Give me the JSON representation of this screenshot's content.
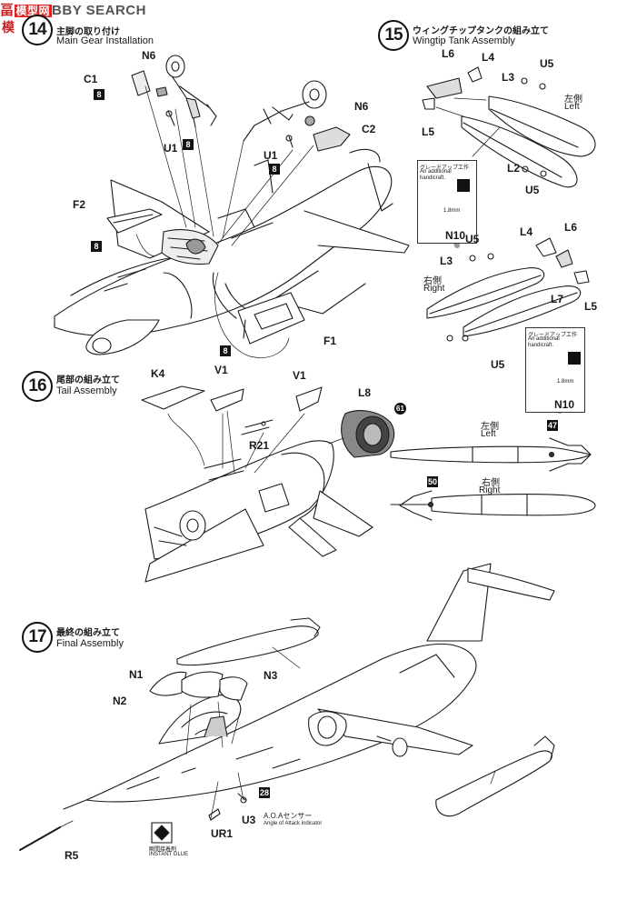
{
  "watermark": {
    "prefix": "畐",
    "highlight": "模型网",
    "text": "BBY SEARCH",
    "alt": "模"
  },
  "step14": {
    "number": "14",
    "title_jp": "主脚の取り付け",
    "title_en": "Main Gear Installation"
  },
  "step15": {
    "number": "15",
    "title_jp": "ウィングチップタンクの組み立て",
    "title_en": "Wingtip Tank Assembly"
  },
  "step16": {
    "number": "16",
    "title_jp": "尾部の組み立て",
    "title_en": "Tail Assembly"
  },
  "step17": {
    "number": "17",
    "title_jp": "最終の組み立て",
    "title_en": "Final Assembly"
  },
  "parts": {
    "n6a": "N6",
    "c1": "C1",
    "u1a": "U1",
    "n6b": "N6",
    "u1b": "U1",
    "c2": "C2",
    "f2": "F2",
    "f1": "F1",
    "l6a": "L6",
    "l4a": "L4",
    "l3a": "L3",
    "u5a": "U5",
    "l5a": "L5",
    "l2": "L2",
    "u5b": "U5",
    "left_jp": "左側",
    "left_en": "Left",
    "u5c": "U5",
    "l4b": "L4",
    "l6b": "L6",
    "l3b": "L3",
    "right_jp": "右側",
    "right_en": "Right",
    "l7": "L7",
    "l5b": "L5",
    "u5d": "U5",
    "n10a": "N10",
    "n10b": "N10",
    "k4": "K4",
    "v1a": "V1",
    "v1b": "V1",
    "l8": "L8",
    "r21": "R21",
    "tank_left_jp": "左側",
    "tank_left_en": "Left",
    "tank_right_jp": "右側",
    "tank_right_en": "Right",
    "n1": "N1",
    "n2": "N2",
    "n3": "N3",
    "u3": "U3",
    "ur1": "UR1",
    "r5": "R5"
  },
  "tags": {
    "c1": "8",
    "u1a": "8",
    "u1b": "8",
    "f2": "8",
    "f1": "8",
    "l8": "61",
    "tank_left": "47",
    "tank_right": "50",
    "u3": "28"
  },
  "notes": {
    "upgrade_jp": "グレードアップ工作",
    "upgrade_en1": "An additional",
    "upgrade_en2": "handicraft.",
    "size": "1.8mm",
    "aoa_jp": "A.O.Aセンサー",
    "aoa_en": "Angle of Attack indicator",
    "glue_jp": "瞬間接着剤",
    "glue_en": "INSTANT GLUE"
  }
}
